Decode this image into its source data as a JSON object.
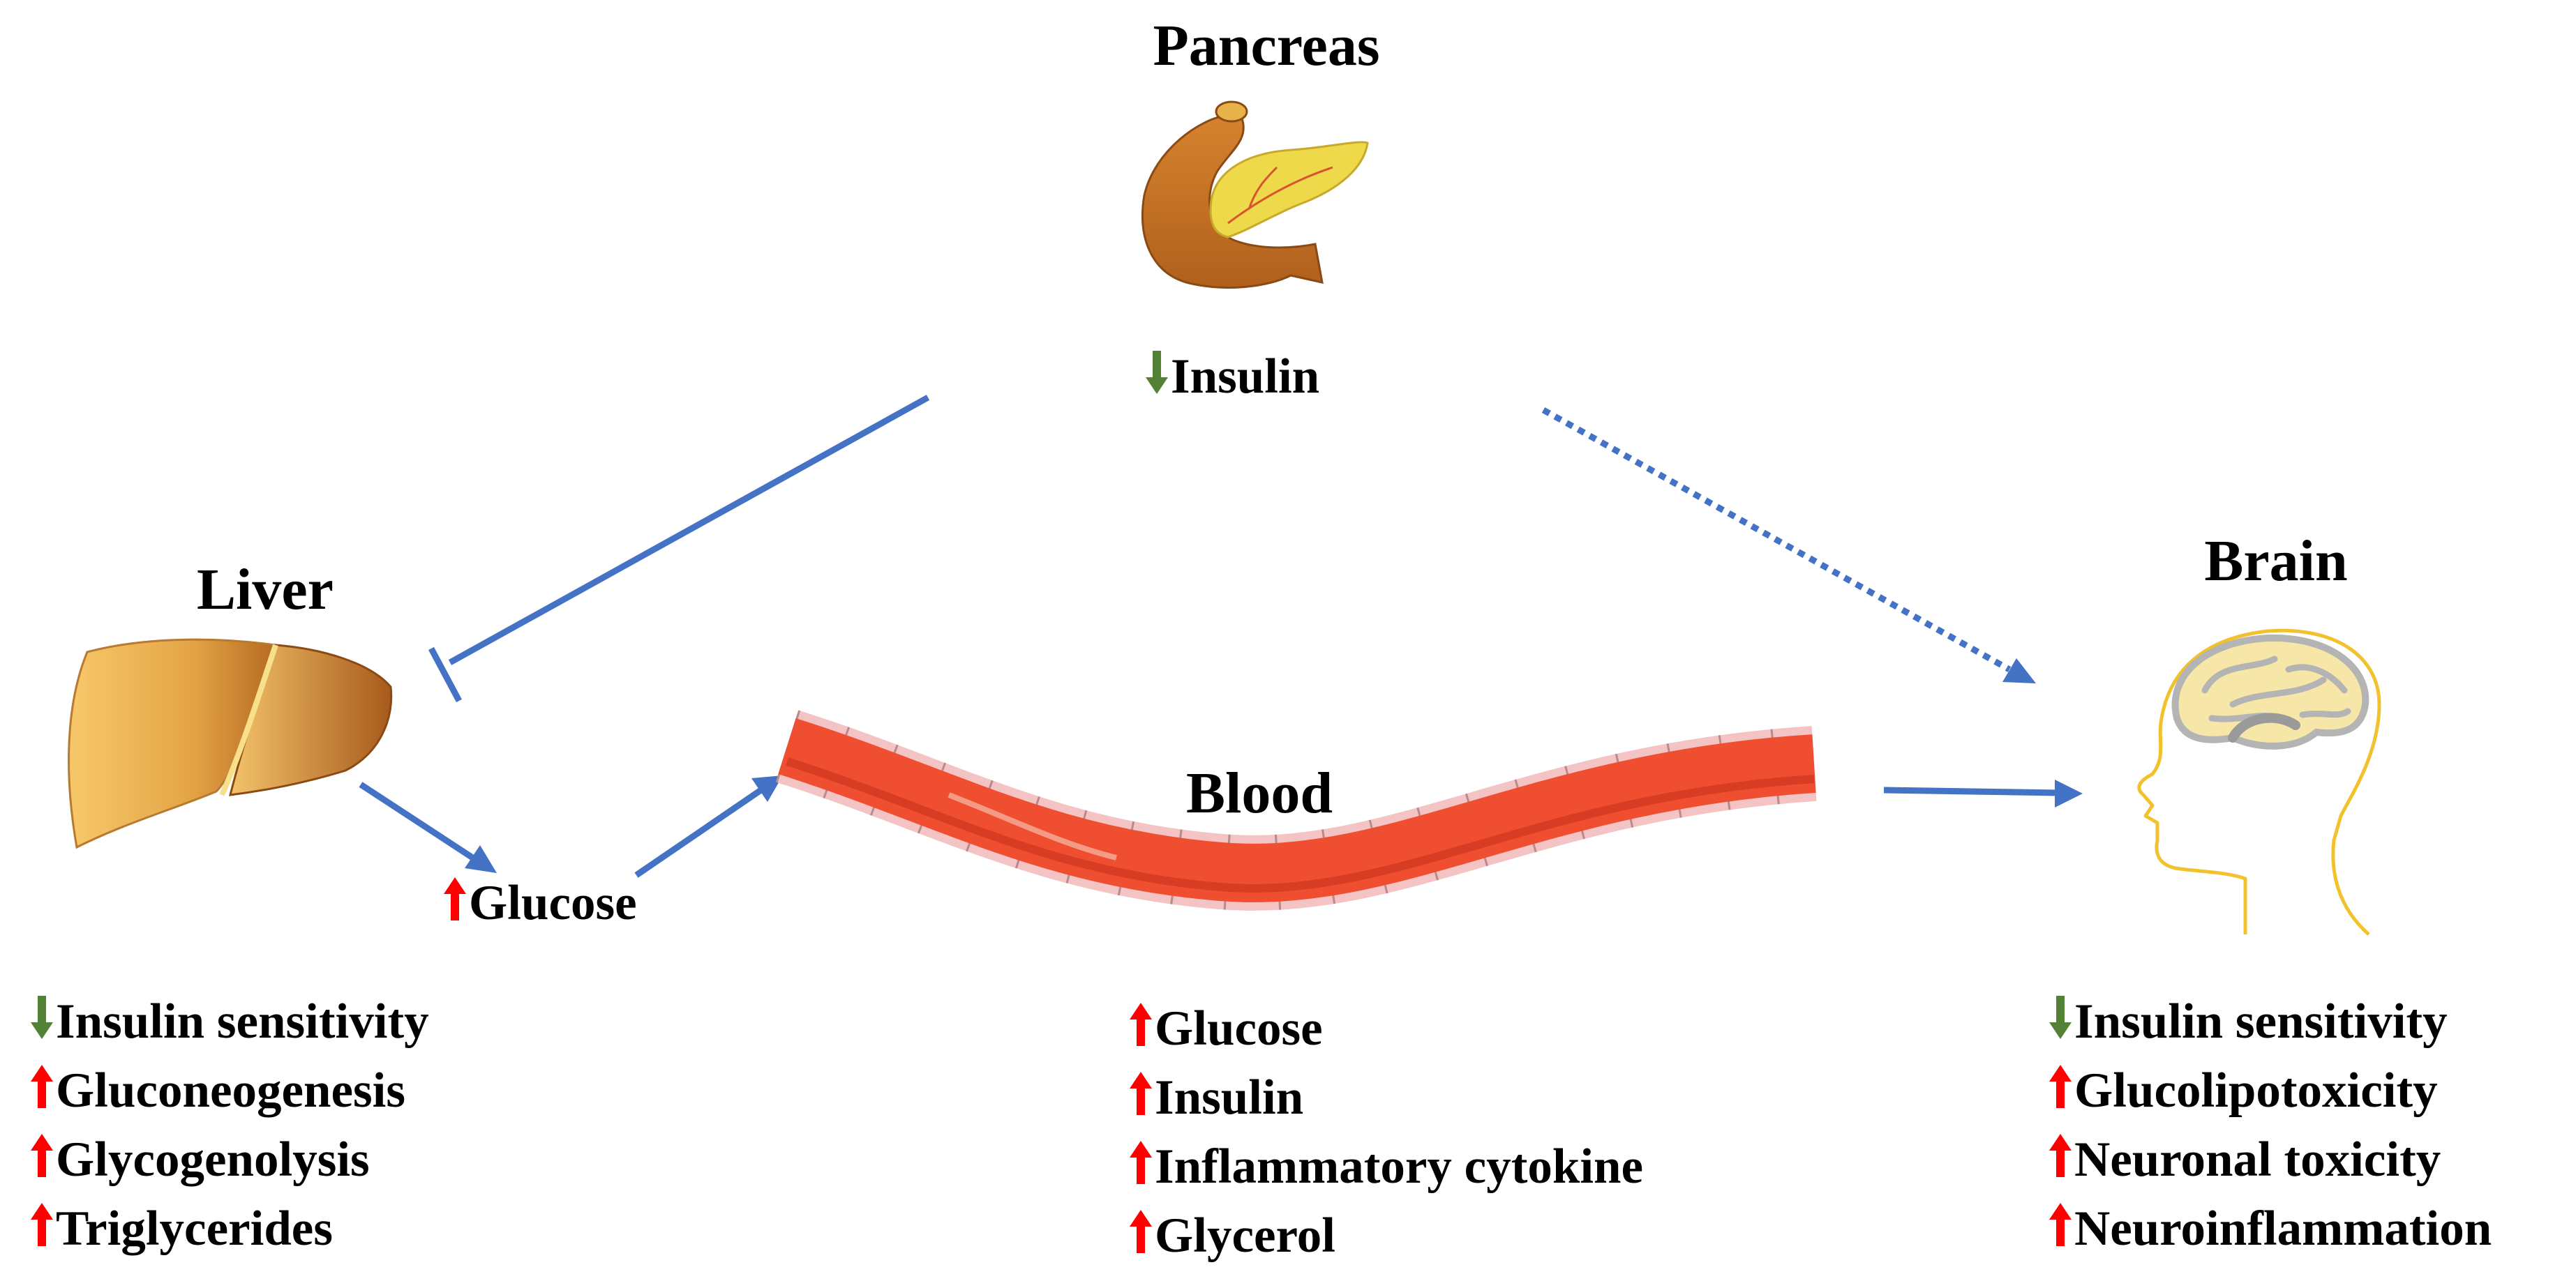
{
  "pancreas": {
    "title": "Pancreas",
    "marker": "down",
    "label": "Insulin",
    "icon": "pancreas-illustration"
  },
  "liver": {
    "title": "Liver",
    "icon": "liver-illustration",
    "output": {
      "marker": "up",
      "label": "Glucose"
    },
    "effects": [
      {
        "marker": "down",
        "label": "Insulin sensitivity"
      },
      {
        "marker": "up",
        "label": "Gluconeogenesis"
      },
      {
        "marker": "up",
        "label": "Glycogenolysis"
      },
      {
        "marker": "up",
        "label": "Triglycerides"
      }
    ]
  },
  "blood": {
    "title": "Blood",
    "icon": "blood-vessel-illustration",
    "effects": [
      {
        "marker": "up",
        "label": "Glucose"
      },
      {
        "marker": "up",
        "label": "Insulin"
      },
      {
        "marker": "up",
        "label": "Inflammatory cytokine"
      },
      {
        "marker": "up",
        "label": "Glycerol"
      }
    ]
  },
  "brain": {
    "title": "Brain",
    "icon": "head-brain-illustration",
    "effects": [
      {
        "marker": "down",
        "label": "Insulin sensitivity"
      },
      {
        "marker": "up",
        "label": "Glucolipotoxicity"
      },
      {
        "marker": "up",
        "label": "Neuronal toxicity"
      },
      {
        "marker": "up",
        "label": "Neuroinflammation"
      }
    ]
  },
  "colors": {
    "arrow": "#4472C4",
    "up_marker": "#FF0000",
    "down_marker": "#538135",
    "vessel": "#F04E30",
    "vessel_dark": "#D43A20",
    "vessel_wall": "#F4C3C3",
    "head_outline": "#F2C22E",
    "brain_fill": "#F6E6A8",
    "brain_outline": "#B4B4B4"
  }
}
